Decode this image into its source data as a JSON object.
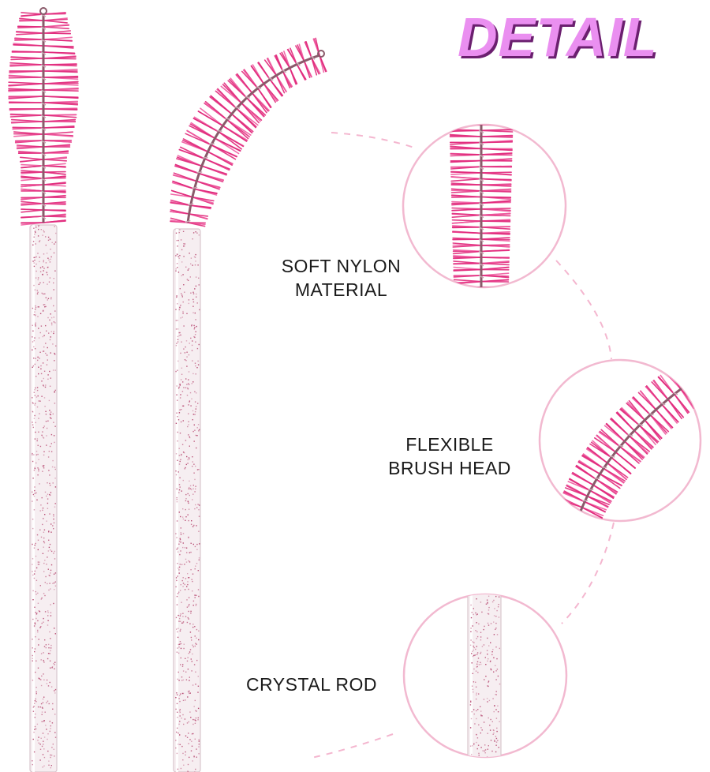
{
  "title": "DETAIL",
  "labels": {
    "soft_nylon": [
      "SOFT NYLON",
      "MATERIAL"
    ],
    "flexible": [
      "FLEXIBLE",
      "BRUSH HEAD"
    ],
    "crystal": [
      "CRYSTAL ROD"
    ]
  },
  "colors": {
    "title_fill": "#ea8ff0",
    "title_shadow": "#6b1f6f",
    "bristle": "#e0277a",
    "bristle_light": "#f05aa0",
    "wire": "#8a5a6a",
    "rod": "#f6eef1",
    "glitter": "#b5456e",
    "dash": "#f4b6cf",
    "circle": "#f2b9d0"
  },
  "icons": [
    "straight-spoolie-brush",
    "bent-spoolie-brush",
    "brush-head-closeup",
    "bent-head-closeup",
    "crystal-rod-closeup"
  ]
}
